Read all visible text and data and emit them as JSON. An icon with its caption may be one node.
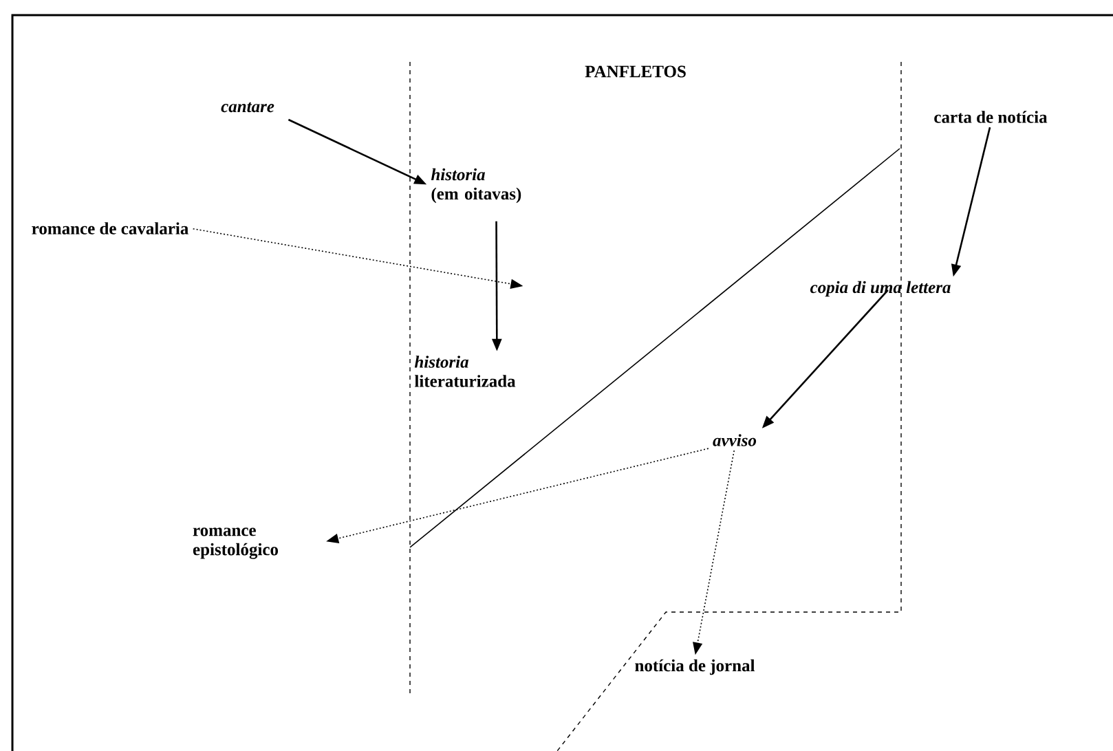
{
  "diagram": {
    "title": "PANFLETOS",
    "nodes": [
      {
        "text": [
          "*cantare*"
        ]
      },
      {
        "text": [
          "*historia*",
          "(em oitavas)"
        ]
      },
      {
        "text": [
          "romance de cavalaria"
        ]
      },
      {
        "text": [
          "*historia*",
          "literaturizada"
        ]
      },
      {
        "text": [
          "carta de notícia"
        ]
      },
      {
        "text": [
          "*copia di uma lettera*"
        ]
      },
      {
        "text": [
          "*avviso*"
        ]
      },
      {
        "text": [
          "romance epistológico"
        ]
      },
      {
        "text": [
          "notícia de jornal"
        ]
      }
    ],
    "edges": [
      {
        "from": 0,
        "to": 1,
        "arrow": "to"
      },
      {
        "from": 1,
        "to": 3,
        "arrow": "to"
      },
      {
        "from": 2,
        "to": null,
        "arrow": "to",
        "style": "dashed"
      },
      {
        "from": 4,
        "to": 5,
        "arrow": "to"
      },
      {
        "from": 5,
        "to": 6,
        "arrow": "to"
      },
      {
        "from": 6,
        "to": 7,
        "arrow": "to",
        "style": "dashed"
      },
      {
        "from": 6,
        "to": 8,
        "arrow": "to",
        "style": "dashed"
      }
    ]
  }
}
